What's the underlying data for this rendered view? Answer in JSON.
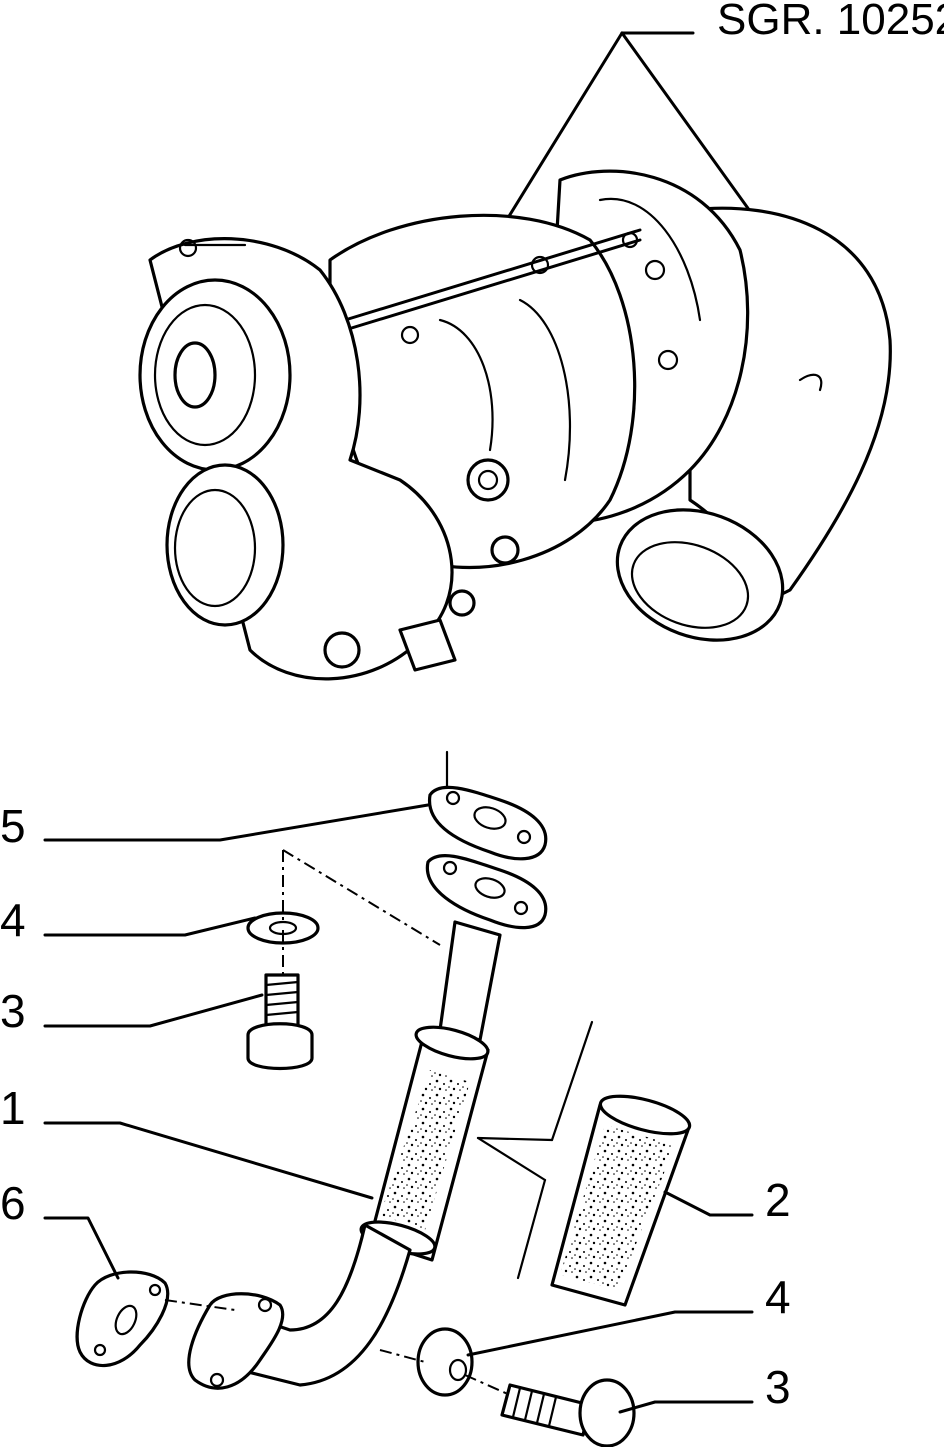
{
  "drawing": {
    "reference": "SGR. 10252"
  },
  "callouts": [
    {
      "id": "5",
      "label": "5"
    },
    {
      "id": "4a",
      "label": "4"
    },
    {
      "id": "3a",
      "label": "3"
    },
    {
      "id": "1",
      "label": "1"
    },
    {
      "id": "6",
      "label": "6"
    },
    {
      "id": "2",
      "label": "2"
    },
    {
      "id": "4b",
      "label": "4"
    },
    {
      "id": "3b",
      "label": "3"
    }
  ]
}
